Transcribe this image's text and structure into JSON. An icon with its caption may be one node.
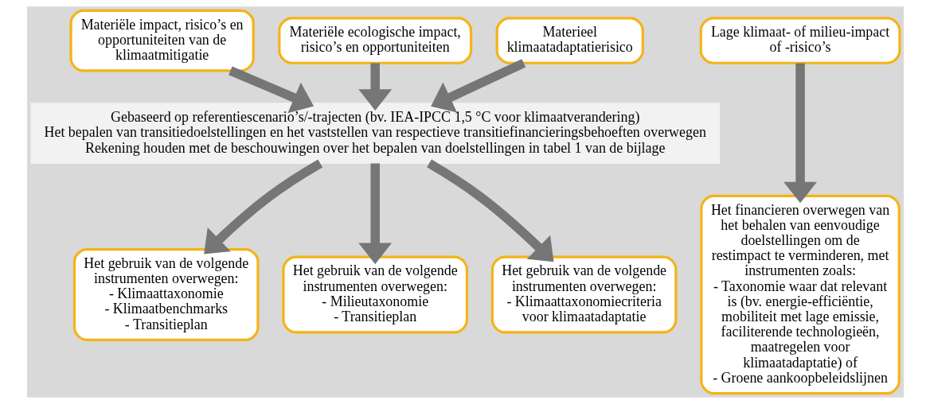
{
  "diagram": {
    "nodes": [
      {
        "text": [
          "Materiële impact, risico’s en opportuniteiten van de klimaatmitigatie"
        ]
      },
      {
        "text": [
          "Materiële ecologische impact, risico’s en opportuniteiten"
        ]
      },
      {
        "text": [
          "Materieel klimaatadaptatierisico"
        ]
      },
      {
        "text": [
          "Lage klimaat- of milieu-impact of -risico’s"
        ]
      },
      {
        "text": [
          "Gebaseerd op referentiescenario’s/-trajecten (bv. IEA-IPCC 1,5 °C voor klimaatverandering)",
          "Het bepalen van transitiedoelstellingen en het vaststellen van respectieve transitiefinancieringsbehoeften overwegen",
          "Rekening houden met de beschouwingen over het bepalen van doelstellingen in tabel 1 van de bijlage"
        ]
      },
      {
        "text": [
          "Het gebruik van de volgende instrumenten overwegen:",
          "- Klimaattaxonomie",
          "- Klimaatbenchmarks",
          "- Transitieplan"
        ]
      },
      {
        "text": [
          "Het gebruik van de volgende instrumenten overwegen:",
          "- Milieutaxonomie",
          "- Transitieplan"
        ]
      },
      {
        "text": [
          "Het gebruik van de volgende instrumenten overwegen:",
          "- Klimaattaxonomiecriteria voor klimaatadaptatie"
        ]
      },
      {
        "text": [
          "Het financieren overwegen van het behalen van eenvoudige doelstellingen om de restimpact te verminderen, met instrumenten zoals:",
          "- Taxonomie waar dat relevant is (bv. energie-efficiëntie, mobiliteit met lage emissie, faciliterende technologieën, maatregelen voor klimaatadaptatie) of",
          "- Groene aankoopbeleidslijnen"
        ]
      }
    ],
    "edges": [
      {
        "from": 0,
        "to": 4,
        "arrow": "to"
      },
      {
        "from": 1,
        "to": 4,
        "arrow": "to"
      },
      {
        "from": 2,
        "to": 4,
        "arrow": "to"
      },
      {
        "from": 4,
        "to": 5,
        "arrow": "to"
      },
      {
        "from": 4,
        "to": 6,
        "arrow": "to"
      },
      {
        "from": 4,
        "to": 7,
        "arrow": "to"
      },
      {
        "from": 3,
        "to": 8,
        "arrow": "to"
      }
    ]
  }
}
